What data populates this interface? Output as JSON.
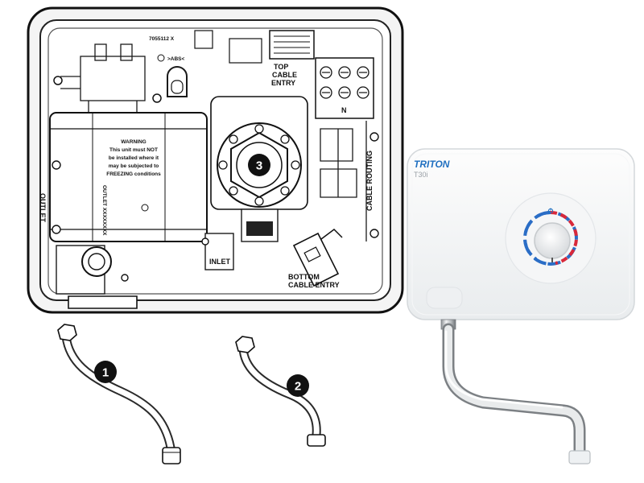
{
  "diagram": {
    "part_number": "7055112 X",
    "abs_mark": ">ABS<",
    "warning_title": "WARNING",
    "warning_lines": [
      "This unit must NOT",
      "be installed where it",
      "may be subjected to",
      "FREEZING conditions"
    ],
    "outlet_label": "OUTLET",
    "outlet_serial": "OUTLET XXXXXXXX",
    "inlet_label": "INLET",
    "top_entry": [
      "TOP",
      "CABLE",
      "ENTRY"
    ],
    "bottom_entry": [
      "BOTTOM",
      "CABLE ENTRY"
    ],
    "cable_routing": "CABLE ROUTING",
    "terminal_n": "N",
    "callouts": [
      "1",
      "2",
      "3"
    ]
  },
  "product": {
    "brand": "TRITON",
    "model": "T30i",
    "colors": {
      "brand": "#1f6fc0",
      "cold": "#2a6dc6",
      "hot": "#d8283a"
    }
  }
}
